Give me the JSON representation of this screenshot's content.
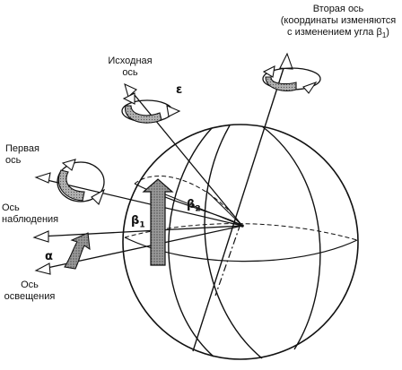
{
  "labels": {
    "second_axis_line1": "Вторая ось",
    "second_axis_line2": "(координаты изменяются",
    "second_axis_line3_prefix": "с изменением угла ",
    "second_axis_beta_symbol": "β",
    "second_axis_beta_sub": "1",
    "second_axis_line3_suffix": ")",
    "source_axis_line1": "Исходная",
    "source_axis_line2": "ось",
    "epsilon": "ε",
    "first_axis_line1": "Первая",
    "first_axis_line2": "ось",
    "observation_axis_line1": "Ось",
    "observation_axis_line2": "наблюдения",
    "alpha": "α",
    "illumination_axis_line1": "Ось",
    "illumination_axis_line2": "освещения",
    "beta1_symbol": "β",
    "beta1_sub": "1",
    "beta2_symbol": "β",
    "beta2_sub": "2"
  },
  "colors": {
    "stroke": "#111111",
    "hatch": "#888888",
    "background": "#ffffff"
  }
}
